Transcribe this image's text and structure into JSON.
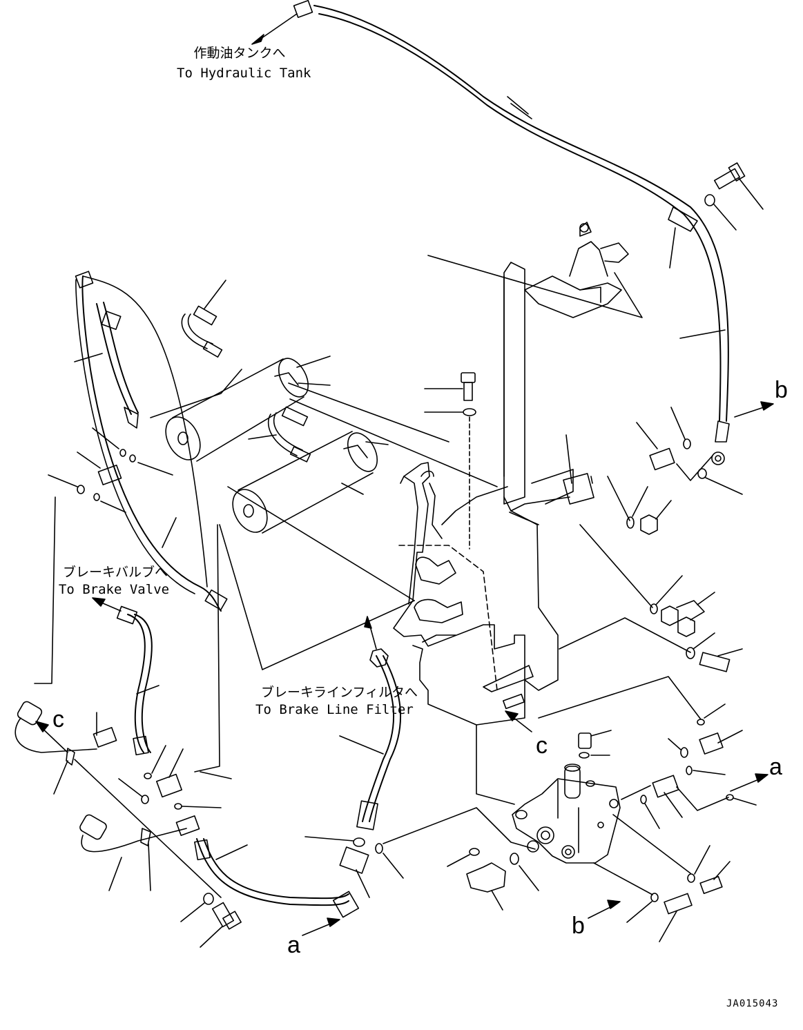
{
  "labels": {
    "hydraulic_tank_jp": "作動油タンクへ",
    "hydraulic_tank_en": "To Hydraulic Tank",
    "brake_valve_jp": "ブレーキバルブへ",
    "brake_valve_en": "To Brake Valve",
    "brake_line_filter_jp": "ブレーキラインフィルタへ",
    "brake_line_filter_en": "To Brake Line Filter"
  },
  "connection_letters": {
    "a1": "a",
    "a2": "a",
    "b1": "b",
    "b2": "b",
    "c1": "c",
    "c2": "c"
  },
  "drawing_code": "JA015043",
  "colors": {
    "line": "#000000",
    "background": "#ffffff"
  }
}
